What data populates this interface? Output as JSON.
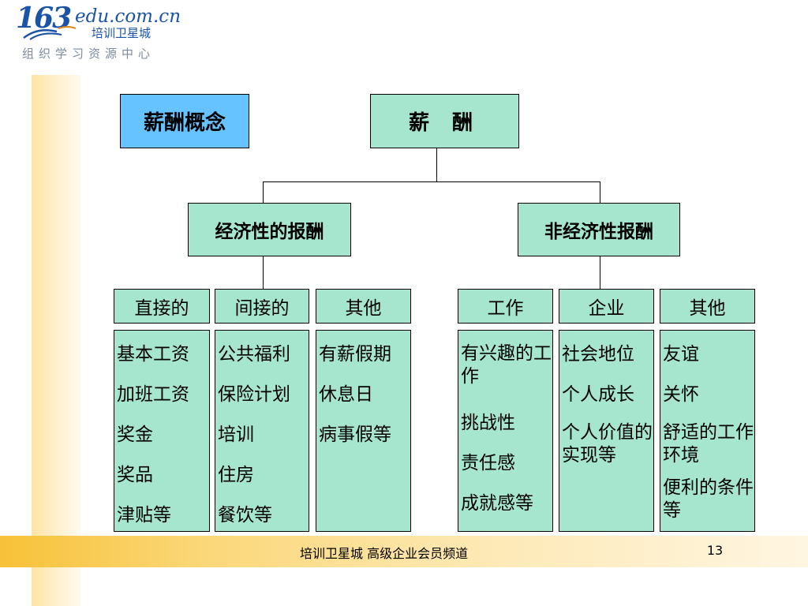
{
  "logo": {
    "number": "163",
    "domain": "edu.com.cn",
    "brand": "培训卫星城",
    "tagline": "组织学习资源中心"
  },
  "concept_label": "薪酬概念",
  "root": "薪 酬",
  "economic": {
    "title": "经济性的报酬",
    "categories": [
      {
        "label": "直接的",
        "items": [
          "基本工资",
          "加班工资",
          "奖金",
          "奖品",
          "津贴等"
        ]
      },
      {
        "label": "间接的",
        "items": [
          "公共福利",
          "保险计划",
          "培训",
          "住房",
          "餐饮等"
        ]
      },
      {
        "label": "其他",
        "items": [
          "有薪假期",
          "休息日",
          "病事假等"
        ]
      }
    ]
  },
  "non_economic": {
    "title": "非经济性报酬",
    "categories": [
      {
        "label": "工作",
        "items": [
          "有兴趣的工作",
          "挑战性",
          "责任感",
          "成就感等"
        ]
      },
      {
        "label": "企业",
        "items": [
          "社会地位",
          "个人成长",
          "个人价值的实现等"
        ]
      },
      {
        "label": "其他",
        "items": [
          "友谊",
          "关怀",
          "舒适的工作环境",
          "便利的条件等"
        ]
      }
    ]
  },
  "footer": {
    "text": "培训卫星城  高级企业会员频道",
    "page": "13"
  }
}
